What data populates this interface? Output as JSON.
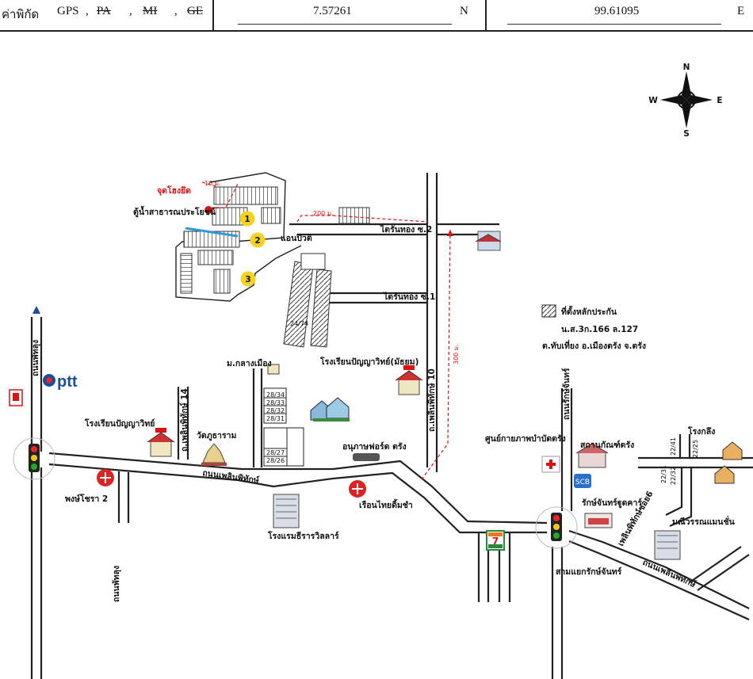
{
  "header": {
    "label": "ค่าพิกัด",
    "gps": "GPS",
    "sep1": ",",
    "pa": "PA",
    "sep2": ",",
    "mi": "MI",
    "sep3": ",",
    "ge": "GE",
    "lat": "7.57261",
    "lat_dir": "N",
    "lon": "99.61095",
    "lon_dir": "E"
  },
  "compass": {
    "n": "N",
    "s": "S",
    "e": "E",
    "w": "W"
  },
  "site": {
    "point_label": "จุดโฮงยึด",
    "cabinet_label": "ตู้น้ำสาธารณประโยชน์",
    "dist_16": "16 ม.",
    "dist_200": "200 ม.",
    "dist_300": "300 ม.",
    "marker1": "1",
    "marker2": "2",
    "marker3": "3",
    "mansion": "แอนปิวติ"
  },
  "roads": {
    "soi2": "ไตรันทอง ซ.2",
    "soi1": "ไตรันทอง ซ.1",
    "soi10": "ถ.เพลินพิทักษ์ 10",
    "soi14": "ถ.เพลินพิทักษ์ 14",
    "main_road": "ถนนเพลินพิทักษ์",
    "main_road_right": "ถนนเพลินพิทักษ์",
    "polthong": "ถนนพัทลุง",
    "left_road": "ถนนพัทลุง",
    "ratchadamnoen": "ถนนรักษ์จันทร์",
    "plernphitak_soi": "เพลินพิทักษ์ซอย6"
  },
  "legend": {
    "title": "ที่ตั้งหลักประกัน",
    "line1": "น.ส.3ก.166 ล.127",
    "line2": "ต.ทับเที่ยง อ.เมืองตรัง จ.ตรัง"
  },
  "places": {
    "school_dept": "โรงเรียนปัญญาวิทย์(มัธยม)",
    "mu_klang": "ม.กลางเมือง",
    "school_left": "โรงเรียนปัญญาวิทย์",
    "temple": "วัดภูธาราม",
    "pongsatorn": "พงษ์โชรา 2",
    "hotel": "โรงแรมธีรารวิลลาร์",
    "ford": "อนุภาษฟอร์ด ตรัง",
    "thai_restaurant": "เรือนไทยดิ้มชำ",
    "health_center": "ศูนย์กายภาพบำบัดตรัง",
    "bank": "สถานกัณฑ์ตรัง",
    "rakchan": "รักษ์จันทร์ฐูดคาร์",
    "intersection": "สามแยกรักษ์จันทร์",
    "factory": "โรงกลึง",
    "mansion_right": "มณีวรรณแมนชั่น",
    "ptt": "ptt",
    "seven": "7"
  },
  "house_nums": [
    "24/74",
    "28/34",
    "28/33",
    "28/32",
    "28/31",
    "28/27",
    "28/26",
    "22/41",
    "22/25",
    "22/31",
    "22/32"
  ],
  "colors": {
    "road": "#222222",
    "marker": "#f5d21e",
    "route": "#d11111",
    "ptt_blue": "#1a4fa0",
    "light_blue": "#2a9ad9"
  }
}
